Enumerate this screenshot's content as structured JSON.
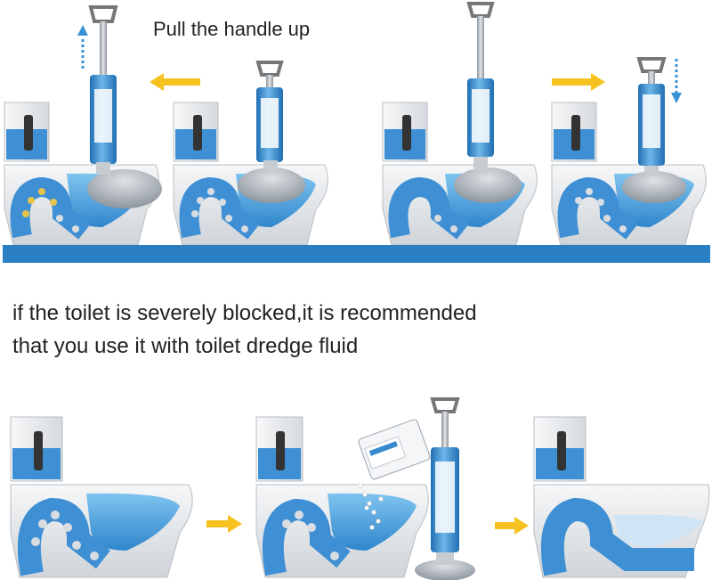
{
  "captions": {
    "pull": "Pull the handle up",
    "line1": "if the toilet is severely blocked,it is recommended",
    "line2": "that you use it with toilet dredge fluid"
  },
  "colors": {
    "water": "#3a92d6",
    "arrow": "#f6c21f",
    "plunger_blue": "#2f8ad0",
    "cup": "#9aa3ad",
    "porcelain": "#eef0f2",
    "floor": "#2a7fc3"
  },
  "icons": {
    "up": "dotted-up-arrow-icon",
    "down": "dotted-down-arrow-icon",
    "left": "left-arrow-icon",
    "right": "right-arrow-icon"
  }
}
